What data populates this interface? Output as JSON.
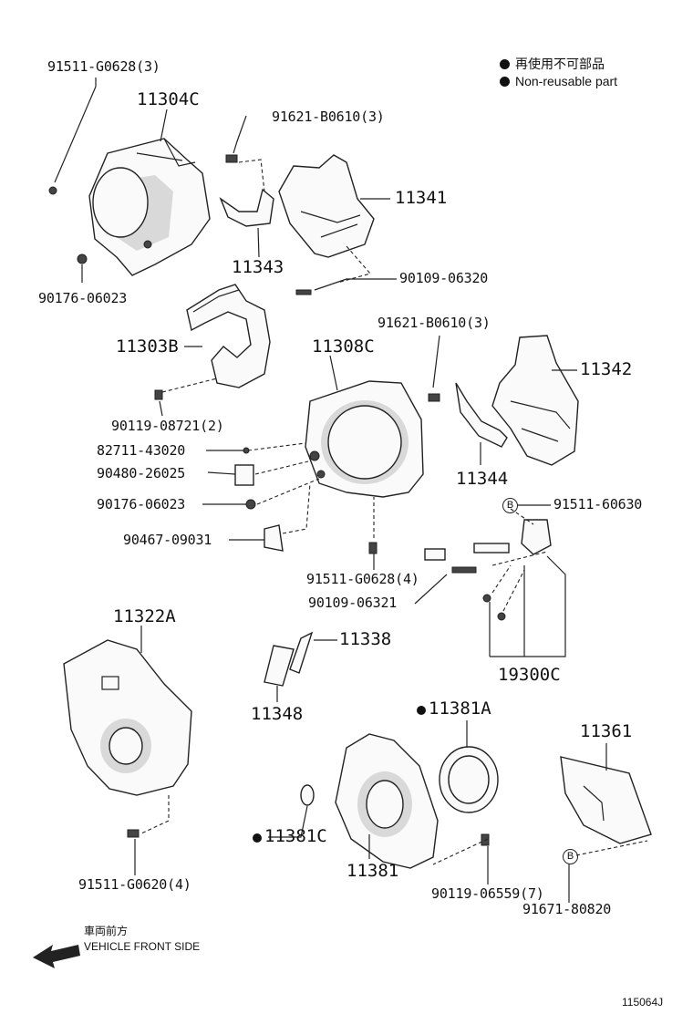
{
  "legend": {
    "item1": "再使用不可部品",
    "item2": "Non-reusable part"
  },
  "labels": {
    "l91511_G0628_3": "91511-G0628(3)",
    "l11304C": "11304C",
    "l91621_B0610_3_top": "91621-B0610(3)",
    "l11341": "11341",
    "l11343": "11343",
    "l90109_06320": "90109-06320",
    "l90176_06023_top": "90176-06023",
    "l11303B": "11303B",
    "l11308C": "11308C",
    "l91621_B0610_3_mid": "91621-B0610(3)",
    "l11342": "11342",
    "l90119_08721_2": "90119-08721(2)",
    "l82711_43020": "82711-43020",
    "l90480_26025": "90480-26025",
    "l90176_06023_mid": "90176-06023",
    "l11344": "11344",
    "l91511_60630": "91511-60630",
    "l90467_09031": "90467-09031",
    "l91511_G0628_4": "91511-G0628(4)",
    "l90109_06321": "90109-06321",
    "l11322A": "11322A",
    "l11338": "11338",
    "l11348": "11348",
    "l19300C": "19300C",
    "l11381A": "11381A",
    "l11361": "11361",
    "l11381C": "11381C",
    "l11381": "11381",
    "l91511_G0620_4": "91511-G0620(4)",
    "l90119_06559_7": "90119-06559(7)",
    "l91671_80820": "91671-80820",
    "ref_b1": "B",
    "ref_b2": "B"
  },
  "direction": {
    "jp": "車両前方",
    "en": "VEHICLE FRONT SIDE"
  },
  "figure_id": "115064J"
}
